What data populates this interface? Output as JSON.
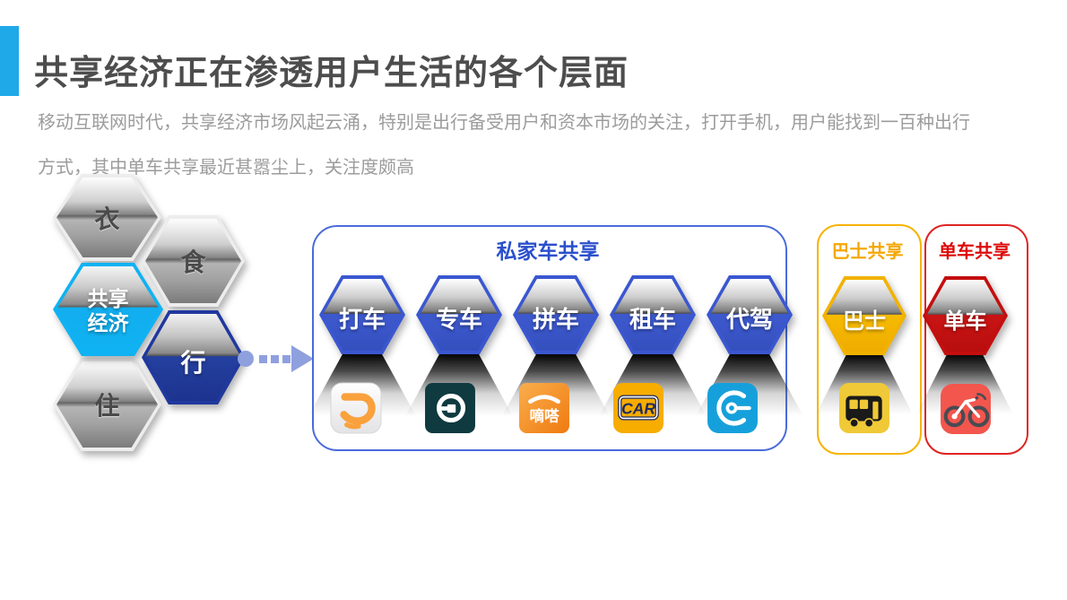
{
  "slide": {
    "title": "共享经济正在渗透用户生活的各个层面",
    "subtitle_lines": [
      "移动互联网时代，共享经济市场风起云涌，特别是出行备受用户和资本市场的关注，打开手机，用户能找到一百种出行",
      "方式，其中单车共享最近甚嚣尘上，关注度颇高"
    ],
    "accent_bar_color": "#1FA9E9",
    "title_color": "#4D4D4D",
    "subtitle_color": "#9C9C9C"
  },
  "hive": {
    "items": [
      {
        "label": "衣",
        "style": "gray"
      },
      {
        "label": "食",
        "style": "gray"
      },
      {
        "label": "住",
        "style": "gray"
      },
      {
        "label_line1": "共享",
        "label_line2": "经济",
        "style": "cyan"
      },
      {
        "label": "行",
        "style": "dark-blue"
      }
    ]
  },
  "arrow": {
    "color": "#8FA0DF",
    "direction": "right"
  },
  "groups": {
    "private_car": {
      "title": "私家车共享",
      "accent_color": "#2B50CC",
      "hex_color": "#3A57D0",
      "items": [
        {
          "label": "打车",
          "app_icon": "didi-app-icon"
        },
        {
          "label": "专车",
          "app_icon": "uber-app-icon"
        },
        {
          "label": "拼车",
          "app_icon": "dida-app-icon",
          "icon_text": "嘀嗒"
        },
        {
          "label": "租车",
          "app_icon": "car-inc-app-icon",
          "icon_text": "CAR"
        },
        {
          "label": "代驾",
          "app_icon": "edaijia-app-icon"
        }
      ]
    },
    "bus": {
      "title": "巴士共享",
      "accent_color": "#F5A700",
      "hex_color": "#F2B200",
      "item": {
        "label": "巴士",
        "app_icon": "bus-app-icon"
      }
    },
    "bike": {
      "title": "单车共享",
      "accent_color": "#DD0A0A",
      "hex_color": "#C40E0E",
      "item": {
        "label": "单车",
        "app_icon": "mobike-app-icon"
      }
    }
  }
}
